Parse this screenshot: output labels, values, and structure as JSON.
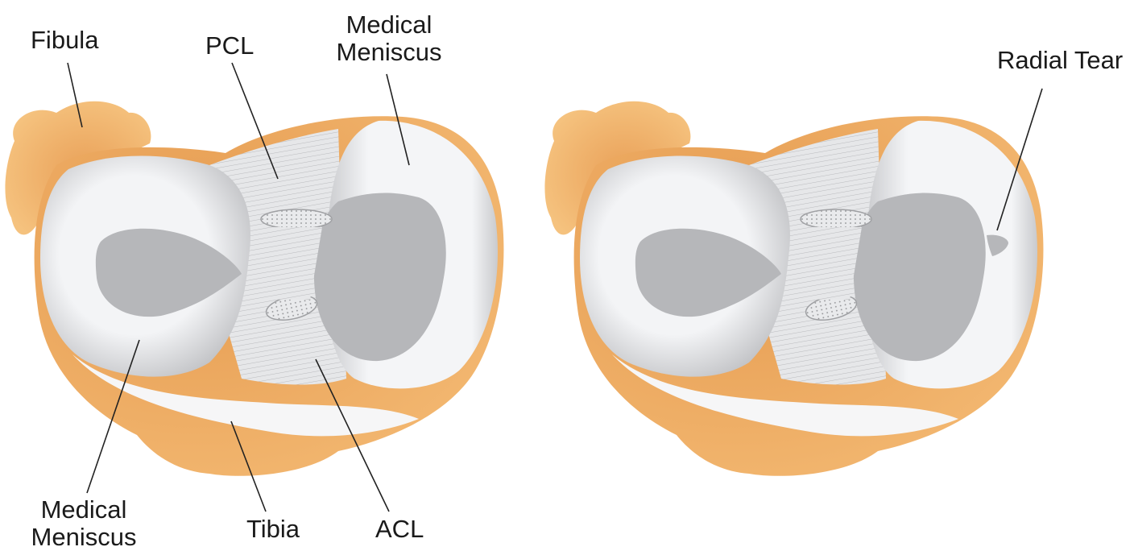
{
  "colors": {
    "bone": "#efac60",
    "bone_light": "#f3bf7c",
    "bone_dark": "#e39448",
    "meniscus": "#f2f3f5",
    "meniscus_shade": "#c6c7ca",
    "plateau": "#b5b6b9",
    "ligament": "#e2e3e5",
    "ligament_line": "#b7b8bb",
    "leader": "#222222",
    "text": "#1a1a1a"
  },
  "labels": {
    "fibula": "Fibula",
    "pcl": "PCL",
    "medical_meniscus_top_line1": "Medical",
    "medical_meniscus_top_line2": "Meniscus",
    "medical_meniscus_bottom_line1": "Medical",
    "medical_meniscus_bottom_line2": "Meniscus",
    "tibia": "Tibia",
    "acl": "ACL",
    "radial_tear": "Radial Tear"
  }
}
